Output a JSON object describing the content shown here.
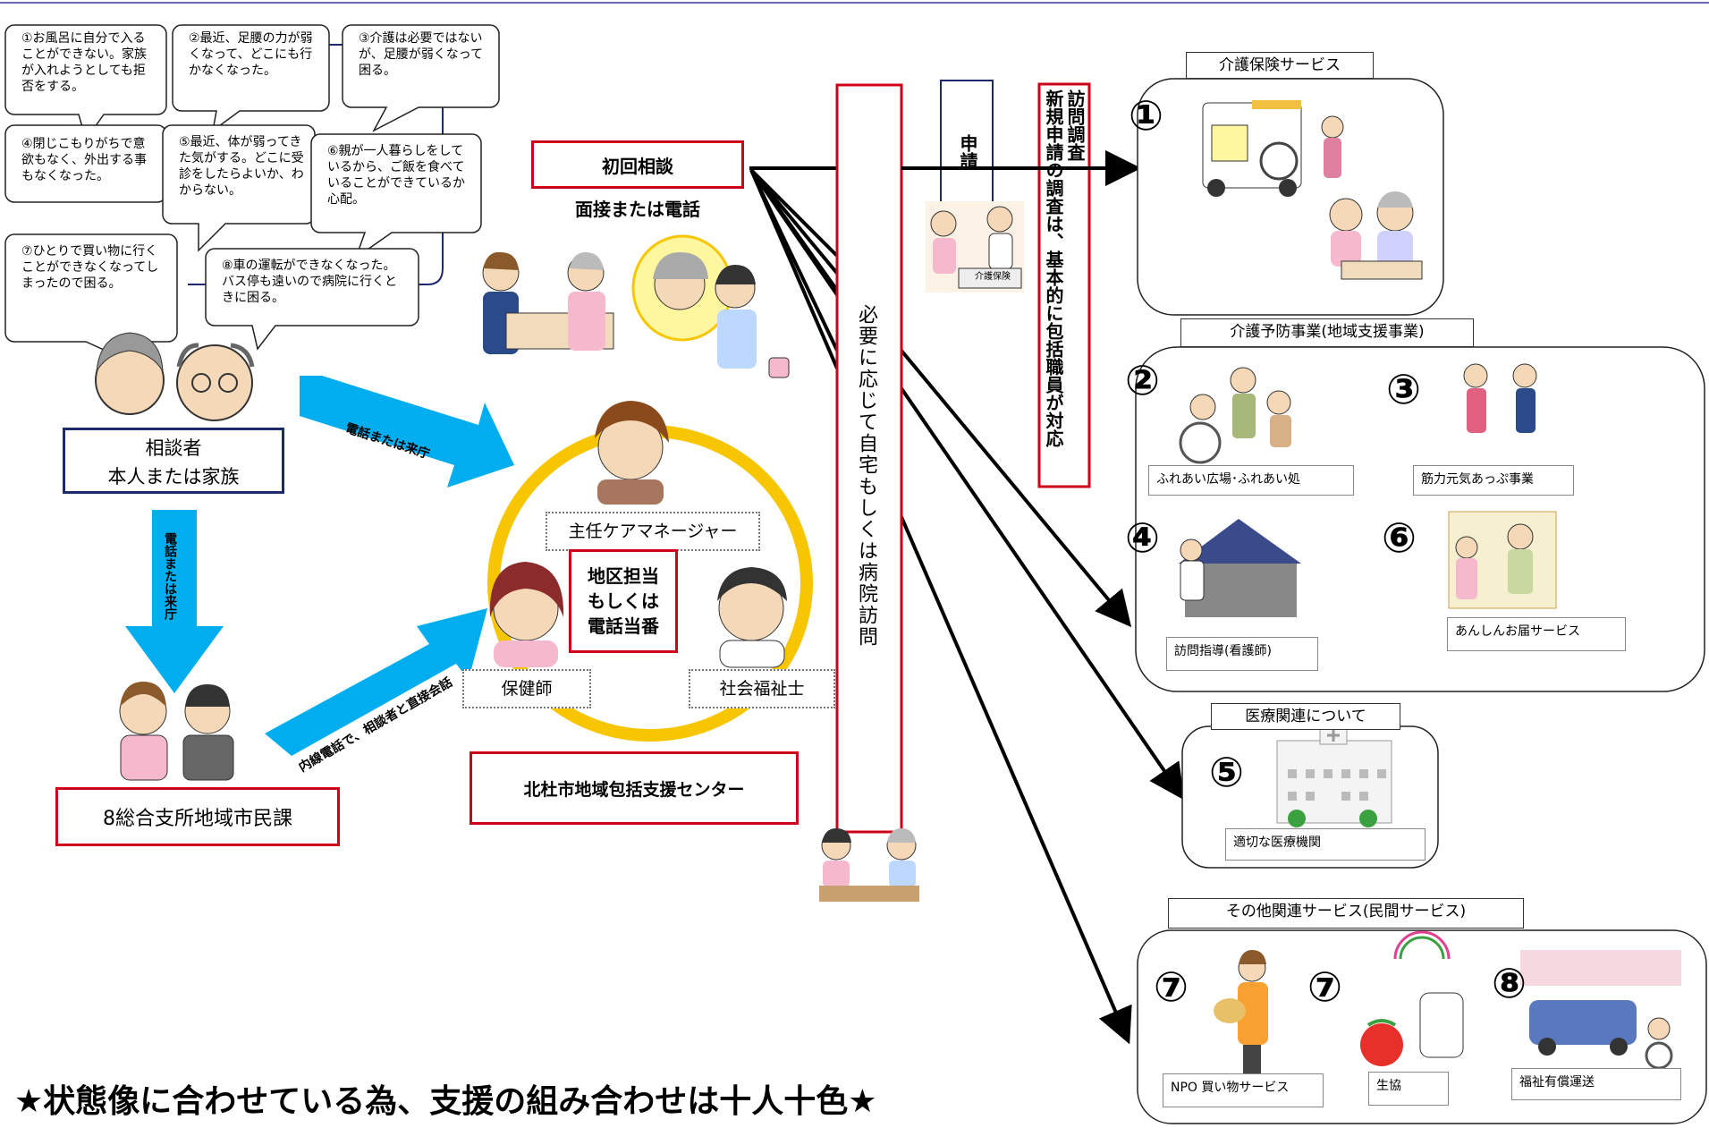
{
  "bubbles": [
    "①お風呂に自分で入ることができない。家族が入れようとしても拒否をする。",
    "②最近、足腰の力が弱くなって、どこにも行かなくなった。",
    "③介護は必要ではないが、足腰が弱くなって困る。",
    "④閉じこもりがちで意欲もなく、外出する事もなくなった。",
    "⑤最近、体が弱ってきた気がする。どこに受診をしたらよいか、わからない。",
    "⑥親が一人暮らしをしているから、ご飯を食べていることができているか心配。",
    "⑦ひとりで買い物に行くことができなくなってしまったので困る。",
    "⑧車の運転ができなくなった。バス停も遠いので病院に行くときに困る。"
  ],
  "consulter": {
    "line1": "相談者",
    "line2": "本人または家族"
  },
  "arrow_labels": {
    "down": "電話または来庁",
    "to_center": "電話または来庁",
    "internal": "内線電話で、相談者と直接会話"
  },
  "branch": "8総合支所地域市民課",
  "first_consult": {
    "title": "初回相談",
    "subtitle": "面接または電話"
  },
  "center": {
    "care_manager": "主任ケアマネージャー",
    "district": "地区担当\nもしくは\n電話当番",
    "nurse": "保健師",
    "social_worker": "社会福祉士",
    "name": "北杜市地域包括支援センター"
  },
  "visit_note": "必要に応じて自宅もしくは病院訪問",
  "application": "申請",
  "application_sign": "介護保険",
  "survey": {
    "title": "訪問調査",
    "note": "新規申請の調査は、基本的に包括職員が対応"
  },
  "services": {
    "care_insurance": {
      "title": "介護保険サービス",
      "num": "①"
    },
    "prevention": {
      "title": "介護予防事業(地域支援事業)",
      "items": [
        {
          "num": "②",
          "label": "ふれあい広場･ふれあい処"
        },
        {
          "num": "③",
          "label": "筋力元気あっぷ事業"
        },
        {
          "num": "④",
          "label": "訪問指導(看護師)"
        },
        {
          "num": "⑥",
          "label": "あんしんお届サービス"
        }
      ]
    },
    "medical": {
      "title": "医療関連について",
      "num": "⑤",
      "label": "適切な医療機関"
    },
    "other": {
      "title": "その他関連サービス(民間サービス)",
      "items": [
        {
          "num": "⑦",
          "label": "NPO 買い物サービス"
        },
        {
          "num": "⑦",
          "label": "生協"
        },
        {
          "num": "⑧",
          "label": "福祉有償運送"
        }
      ]
    }
  },
  "footer": "★状態像に合わせている為、支援の組み合わせは十人十色★",
  "colors": {
    "red": "#d0021b",
    "navy": "#1a2a6c",
    "cyan": "#00aeef",
    "yellow": "#f7c600"
  }
}
